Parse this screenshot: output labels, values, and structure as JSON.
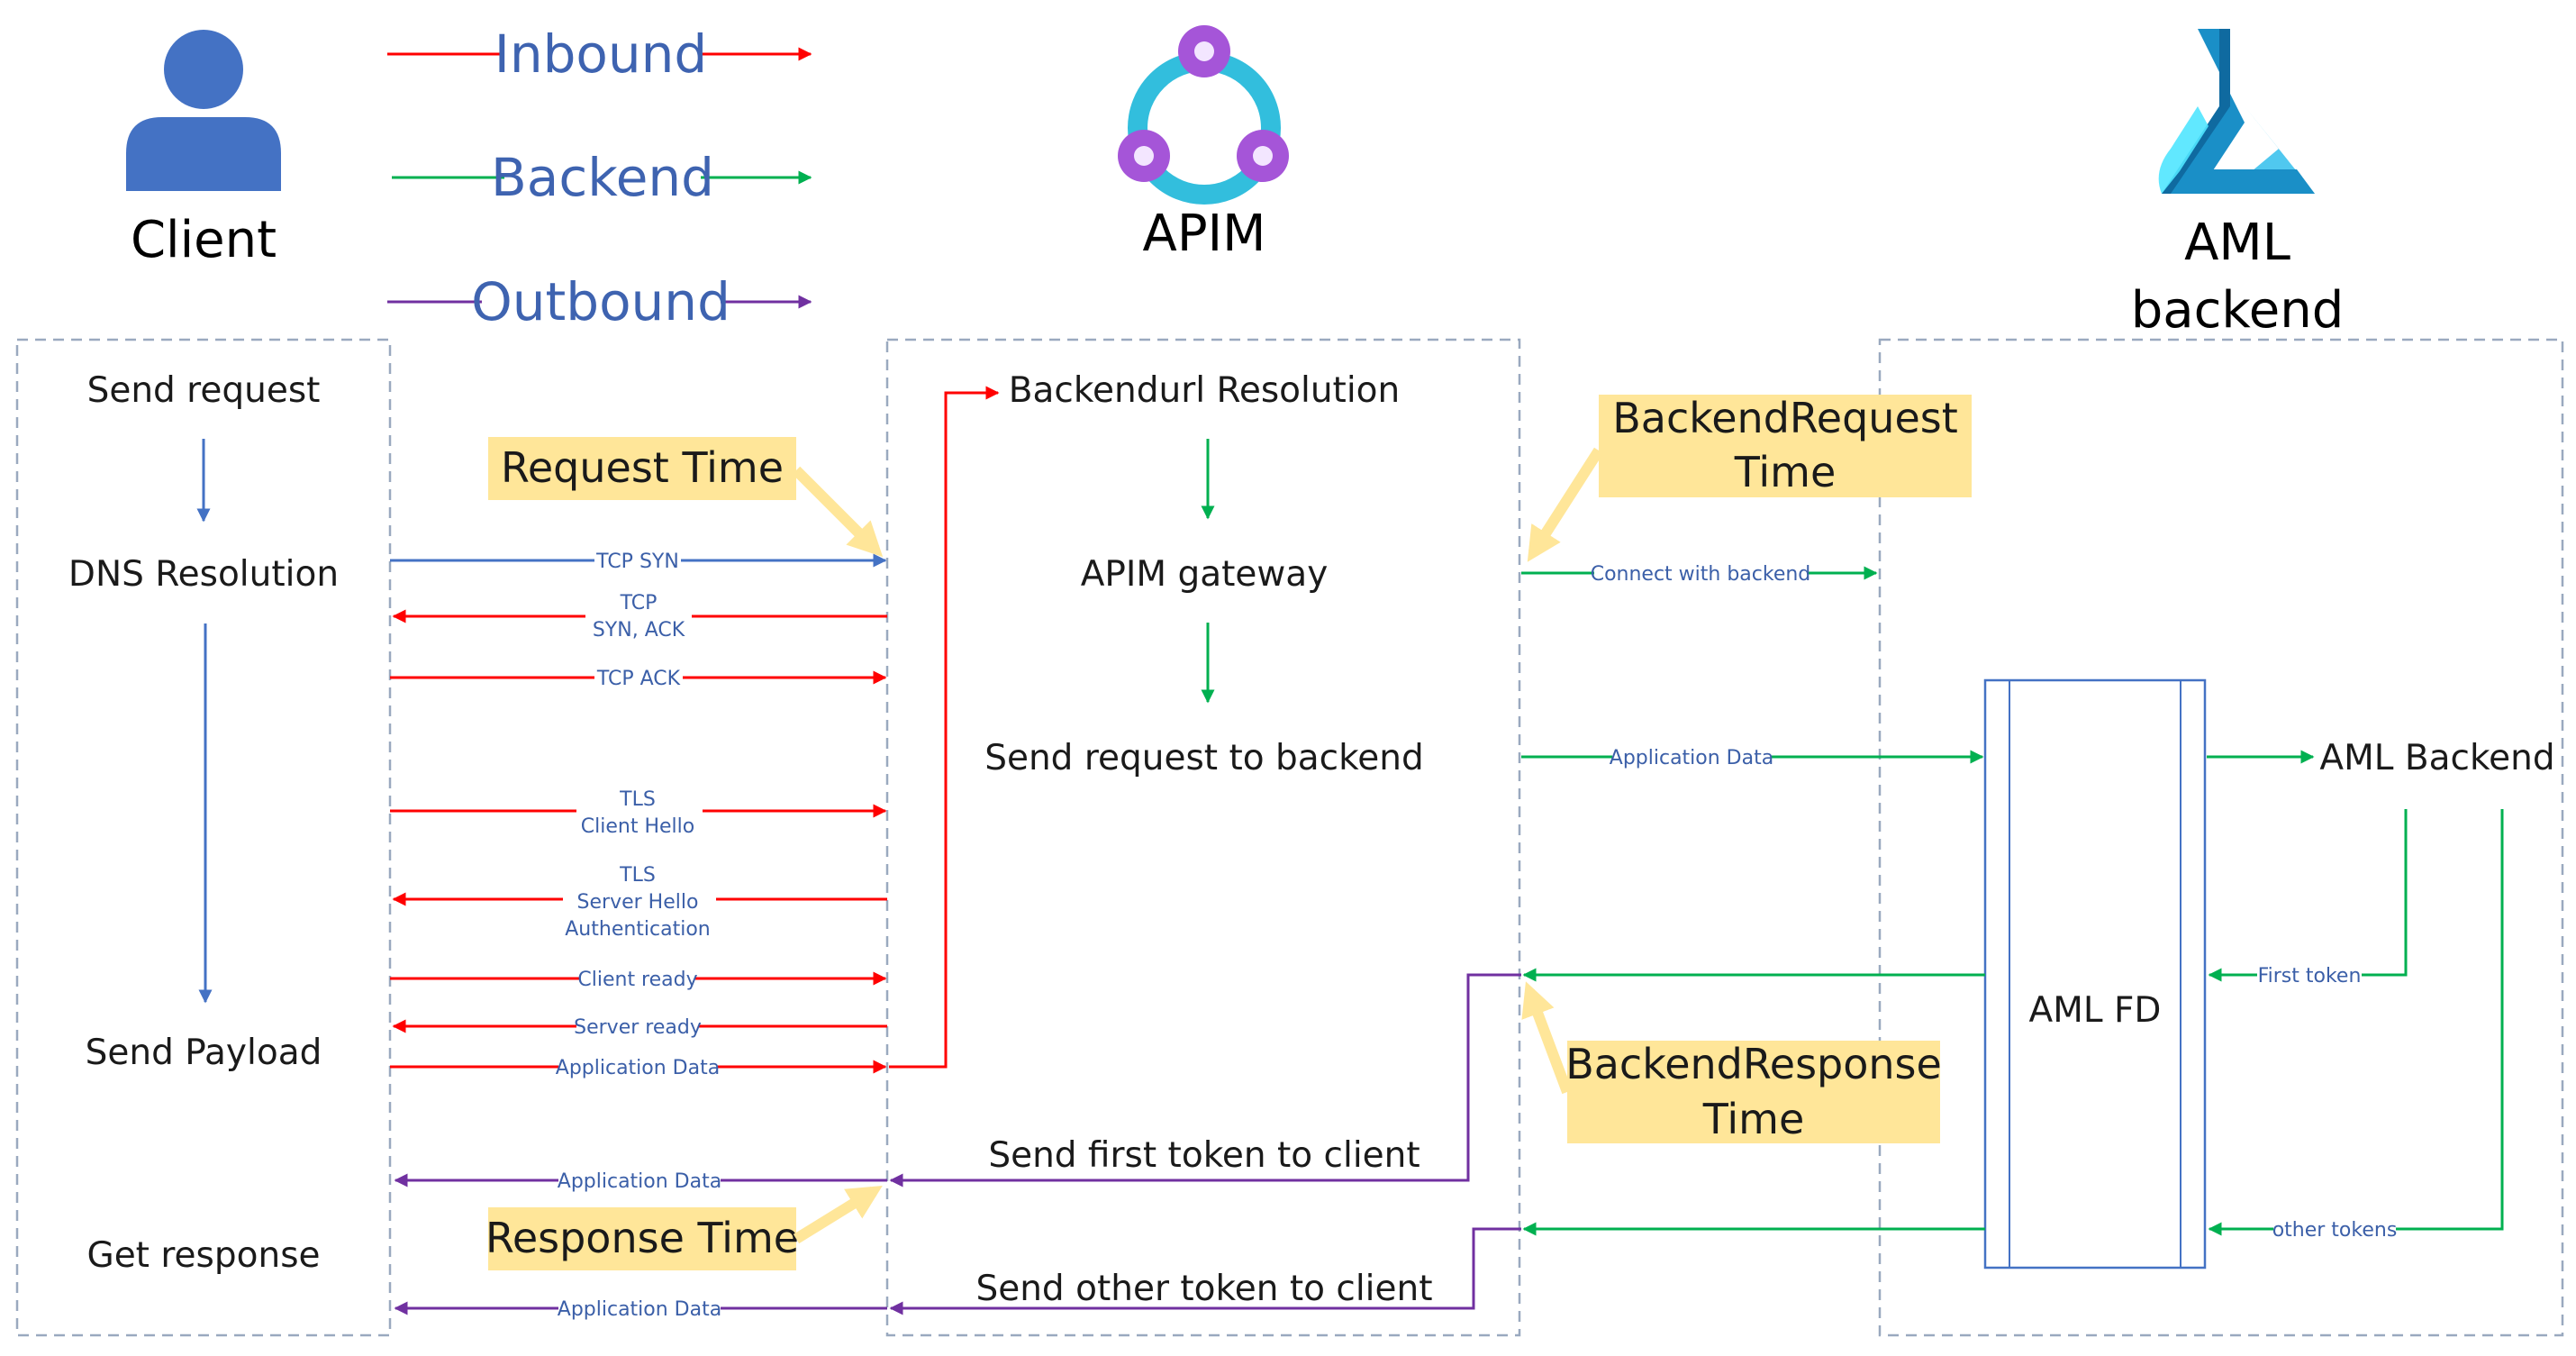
{
  "actors": {
    "client": "Client",
    "apim": "APIM",
    "aml_line1": "AML",
    "aml_line2": "backend"
  },
  "legend": {
    "inbound": "Inbound",
    "backend": "Backend",
    "outbound": "Outbound"
  },
  "client_steps": {
    "send_request": "Send request",
    "dns_resolution": "DNS Resolution",
    "send_payload": "Send Payload",
    "get_response": "Get response"
  },
  "apim_steps": {
    "backendurl_resolution": "Backendurl Resolution",
    "apim_gateway": "APIM gateway",
    "send_request_to_backend": "Send request to backend",
    "send_first_token": "Send first token to client",
    "send_other_token": "Send other token to client"
  },
  "aml_steps": {
    "aml_fd": "AML FD",
    "aml_backend": "AML Backend"
  },
  "messages": {
    "tcp_syn": "TCP SYN",
    "tcp_synack_1": "TCP",
    "tcp_synack_2": "SYN, ACK",
    "tcp_ack": "TCP ACK",
    "tls_hello_1": "TLS",
    "tls_hello_2": "Client Hello",
    "tls_server_1": "TLS",
    "tls_server_2": "Server Hello",
    "tls_server_3": "Authentication",
    "client_ready": "Client ready",
    "server_ready": "Server ready",
    "app_data_in": "Application Data",
    "connect_backend": "Connect with backend",
    "app_data_backend": "Application Data",
    "first_token": "First token",
    "other_tokens": "other tokens",
    "app_data_out_1": "Application Data",
    "app_data_out_2": "Application Data"
  },
  "timings": {
    "request_time": "Request Time",
    "backend_request_1": "BackendRequest",
    "backend_request_2": "Time",
    "backend_response_1": "BackendResponse",
    "backend_response_2": "Time",
    "response_time": "Response Time"
  },
  "colors": {
    "inbound": "#ff0000",
    "backend": "#00b050",
    "outbound": "#7030a0",
    "client_flow": "#4472c4",
    "note_fill": "#ffe699",
    "note_arrow": "#ffe699"
  }
}
